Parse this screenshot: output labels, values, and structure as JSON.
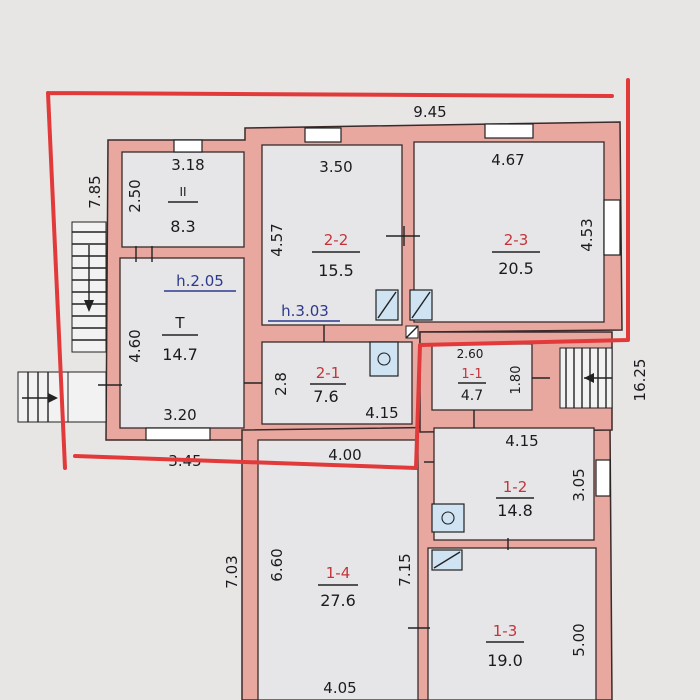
{
  "plan": {
    "dimensions": {
      "top_total": "9.45",
      "left_height": "7.85",
      "right_height": "16.25",
      "bottom_left": "7.03",
      "between_upper_lower": "4.00",
      "lower_left_width": "3.45",
      "stair_small_label": "2.60"
    },
    "rooms": {
      "r_ii": {
        "id": "II",
        "area": "8.3",
        "w": "3.18",
        "h": "2.50"
      },
      "r_22": {
        "id": "2-2",
        "area": "15.5",
        "w": "3.50",
        "h": "4.57"
      },
      "r_23": {
        "id": "2-3",
        "area": "20.5",
        "w": "4.67",
        "h": "4.53"
      },
      "r_t": {
        "id": "T",
        "area": "14.7",
        "w": "3.20",
        "h": "4.60"
      },
      "r_21": {
        "id": "2-1",
        "area": "7.6",
        "w": "4.15",
        "h": "2.8"
      },
      "r_11": {
        "id": "1-1",
        "area": "4.7",
        "h": "1.80"
      },
      "r_12": {
        "id": "1-2",
        "area": "14.8",
        "w": "4.15",
        "h": "3.05"
      },
      "r_14": {
        "id": "1-4",
        "area": "27.6",
        "w": "4.05",
        "h": "6.60"
      },
      "r_13": {
        "id": "1-3",
        "area": "19.0",
        "h": "5.00"
      },
      "h205": "h.2.05",
      "h303": "h.3.03",
      "h715": "7.15"
    }
  }
}
